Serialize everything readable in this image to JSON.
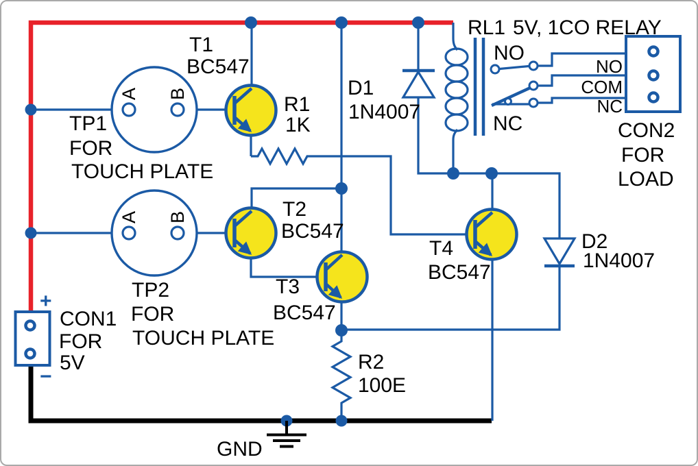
{
  "transistors": [
    {
      "ref": "T1",
      "part": "BC547"
    },
    {
      "ref": "T2",
      "part": "BC547"
    },
    {
      "ref": "T3",
      "part": "BC547"
    },
    {
      "ref": "T4",
      "part": "BC547"
    }
  ],
  "resistors": [
    {
      "ref": "R1",
      "value": "1K"
    },
    {
      "ref": "R2",
      "value": "100E"
    }
  ],
  "diodes": [
    {
      "ref": "D1",
      "part": "1N4007"
    },
    {
      "ref": "D2",
      "part": "1N4007"
    }
  ],
  "relay": {
    "ref": "RL1",
    "spec": "5V, 1CO RELAY",
    "no_label": "NO",
    "nc_label": "NC"
  },
  "connectors": {
    "con1": {
      "ref": "CON1",
      "line2": "FOR",
      "line3": "5V"
    },
    "con2": {
      "ref": "CON2",
      "line2": "FOR",
      "line3": "LOAD",
      "pins": [
        "NO",
        "COM",
        "NC"
      ]
    }
  },
  "touch_plates": {
    "tp1": {
      "ref": "TP1",
      "line2": "FOR",
      "line3": "TOUCH PLATE",
      "terminal_a": "A",
      "terminal_b": "B"
    },
    "tp2": {
      "ref": "TP2",
      "line2": "FOR",
      "line3": "TOUCH PLATE",
      "terminal_a": "A",
      "terminal_b": "B"
    }
  },
  "power": {
    "plus": "+",
    "minus": "−"
  },
  "ground": {
    "label": "GND"
  },
  "colors": {
    "wire_blue": "#1b5aa5",
    "rail_red": "#e8222a",
    "rail_black": "#000000",
    "transistor_fill": "#f5e41c",
    "text": "#000000"
  }
}
